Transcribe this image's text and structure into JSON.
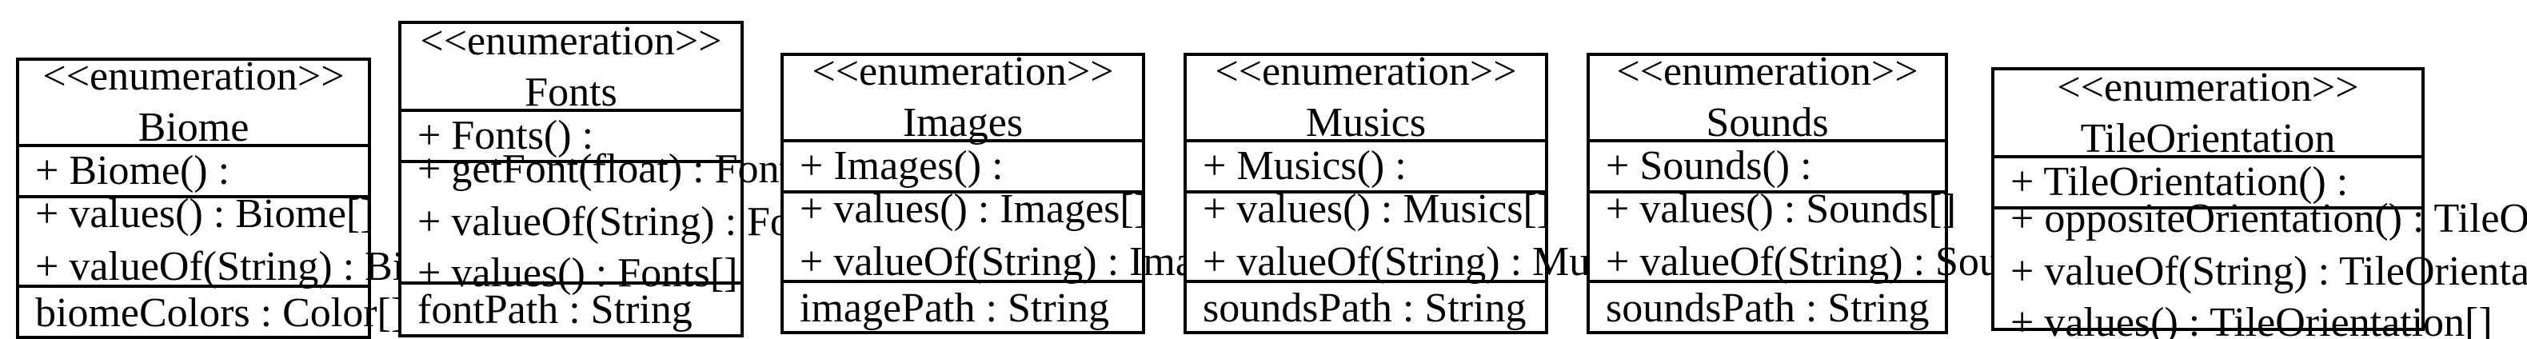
{
  "diagram": {
    "type": "uml-class-diagram",
    "background_color": "#ffffff",
    "line_color": "#000000",
    "text_color": "#000000",
    "stereotype_text": "<<enumeration>>",
    "classes": [
      {
        "name": "Biome",
        "stereotype": "<<enumeration>>",
        "constructors": [
          "+ Biome() :"
        ],
        "methods": [
          "+ values() : Biome[]",
          "+ valueOf(String) : Biome"
        ],
        "fields": [
          "biomeColors : Color[]"
        ]
      },
      {
        "name": "Fonts",
        "stereotype": "<<enumeration>>",
        "constructors": [
          "+ Fonts() :"
        ],
        "methods": [
          "+ getFont(float) : Font",
          "+ valueOf(String) : Fonts",
          "+ values() : Fonts[]"
        ],
        "fields": [
          "fontPath : String"
        ]
      },
      {
        "name": "Images",
        "stereotype": "<<enumeration>>",
        "constructors": [
          "+ Images() :"
        ],
        "methods": [
          "+ values() : Images[]",
          "+ valueOf(String) : Images"
        ],
        "fields": [
          "imagePath : String"
        ]
      },
      {
        "name": "Musics",
        "stereotype": "<<enumeration>>",
        "constructors": [
          "+ Musics() :"
        ],
        "methods": [
          "+ values() : Musics[]",
          "+ valueOf(String) : Musics"
        ],
        "fields": [
          "soundsPath : String"
        ]
      },
      {
        "name": "Sounds",
        "stereotype": "<<enumeration>>",
        "constructors": [
          "+ Sounds() :"
        ],
        "methods": [
          "+ values() : Sounds[]",
          "+ valueOf(String) : Sounds"
        ],
        "fields": [
          "soundsPath : String"
        ]
      },
      {
        "name": "TileOrientation",
        "stereotype": "<<enumeration>>",
        "constructors": [
          "+ TileOrientation() :"
        ],
        "methods": [
          "+ oppositeOrientation() : TileOrientation",
          "+ valueOf(String) : TileOrientation",
          "+ values() : TileOrientation[]"
        ],
        "fields": []
      }
    ]
  }
}
